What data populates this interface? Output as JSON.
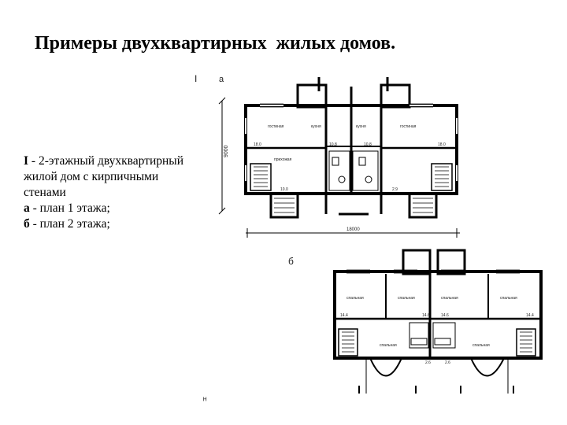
{
  "slide": {
    "title": "Примеры двухквартирных  жилых домов."
  },
  "caption": {
    "line1_mark": "I",
    "line1_rest": " - 2-этажный двухквартирный жилой дом с кирпичными стенами",
    "line2_mark": "а",
    "line2_rest": " - план 1 этажа;",
    "line3_mark": "б",
    "line3_rest": " - план 2 этажа;"
  },
  "drawing": {
    "top_mark": "I",
    "plan_a_label": "а",
    "plan_b_label": "б",
    "bottom_mark": "ᴴ",
    "plan_a_dimension_width": "18000",
    "plan_a_dimension_height": "9000",
    "plan_a_rooms": [
      "гостиная",
      "кухня",
      "кухня",
      "гостиная",
      "прихожая"
    ],
    "plan_a_areas": [
      "18.0",
      "10.8",
      "10.8",
      "18.0",
      "10.0",
      "2.9"
    ],
    "plan_b_rooms": [
      "спальная",
      "спальная",
      "спальная",
      "спальная",
      "спальная",
      "спальная"
    ],
    "plan_b_areas": [
      "14.4",
      "14.6",
      "14.6",
      "14.4",
      "2.6",
      "2.6"
    ]
  }
}
